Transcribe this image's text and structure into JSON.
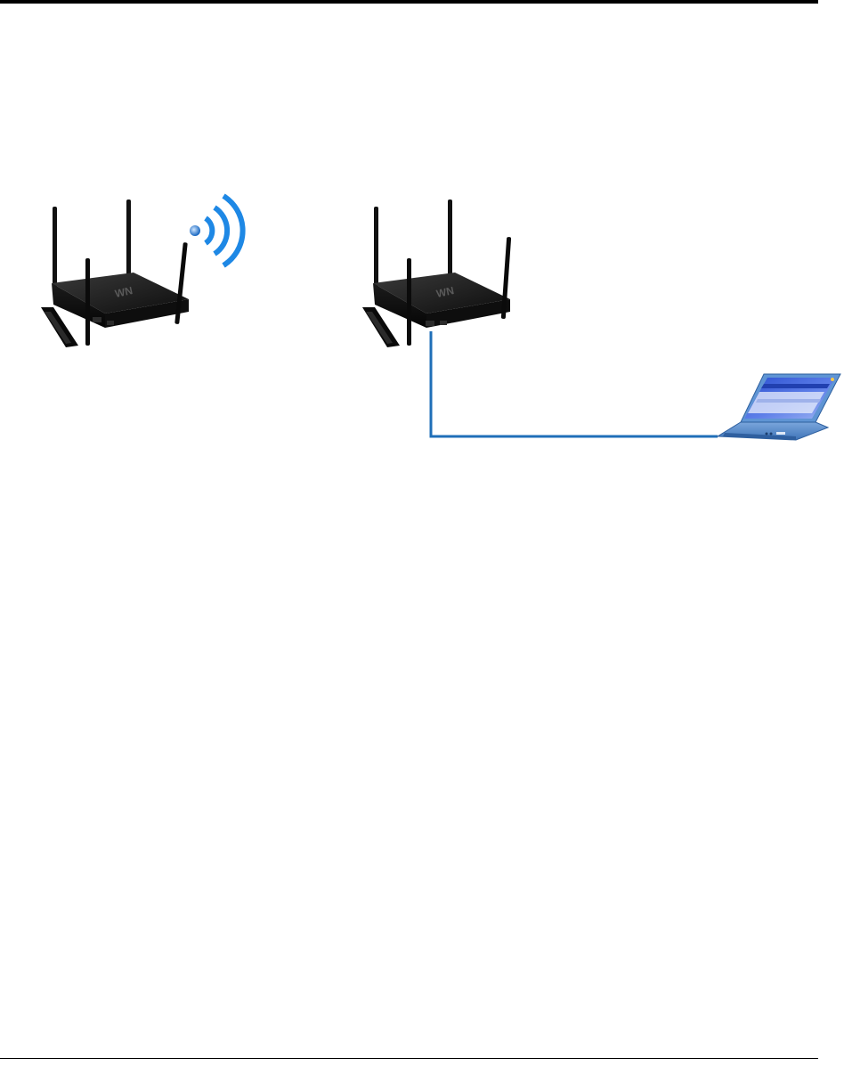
{
  "diagram": {
    "nodes": [
      {
        "id": "access-point-left",
        "icon": "wireless-router-icon",
        "brand_mark": "WN"
      },
      {
        "id": "access-point-right",
        "icon": "wireless-router-icon",
        "brand_mark": "WN"
      },
      {
        "id": "laptop",
        "icon": "laptop-icon"
      }
    ],
    "edges": [
      {
        "from": "access-point-right",
        "to": "laptop",
        "kind": "ethernet-cable"
      }
    ],
    "signal": {
      "icon": "wifi-signal-icon",
      "source": "access-point-left"
    }
  },
  "colors": {
    "cable": "#1f6fb8",
    "signal": "#1e88e5",
    "router_body": "#141414",
    "laptop_screen": "#3d66d9",
    "laptop_body": "#5b8fd0"
  }
}
